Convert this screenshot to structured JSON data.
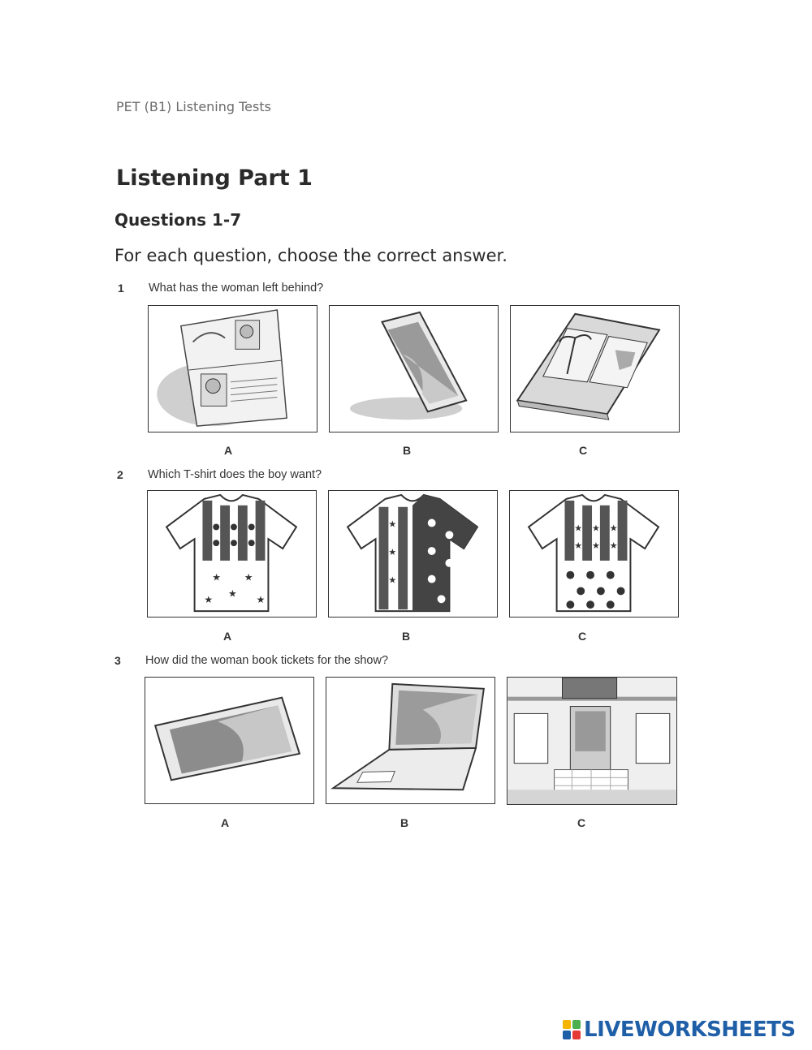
{
  "header": "PET (B1) Listening Tests",
  "title": "Listening Part 1",
  "subtitle": "Questions 1-7",
  "instruction": "For each question, choose the correct answer.",
  "questions": [
    {
      "number": "1",
      "text": "What has the woman left behind?",
      "options": [
        {
          "letter": "A",
          "icon": "passport-icon"
        },
        {
          "letter": "B",
          "icon": "mobile-phone-icon"
        },
        {
          "letter": "C",
          "icon": "guidebook-icon"
        }
      ]
    },
    {
      "number": "2",
      "text": "Which T-shirt does the boy want?",
      "options": [
        {
          "letter": "A",
          "icon": "tshirt-stripes-dots-stars-icon"
        },
        {
          "letter": "B",
          "icon": "tshirt-stars-dots-split-icon"
        },
        {
          "letter": "C",
          "icon": "tshirt-stripes-stars-dots-icon"
        }
      ]
    },
    {
      "number": "3",
      "text": "How did the woman book tickets for the show?",
      "options": [
        {
          "letter": "A",
          "icon": "smartphone-icon"
        },
        {
          "letter": "B",
          "icon": "laptop-icon"
        },
        {
          "letter": "C",
          "icon": "box-office-icon"
        }
      ]
    }
  ],
  "logo": {
    "text": "LIVEWORKSHEETS",
    "colors": [
      "#f4b400",
      "#4caf50",
      "#1f5fa8",
      "#e53935"
    ]
  }
}
